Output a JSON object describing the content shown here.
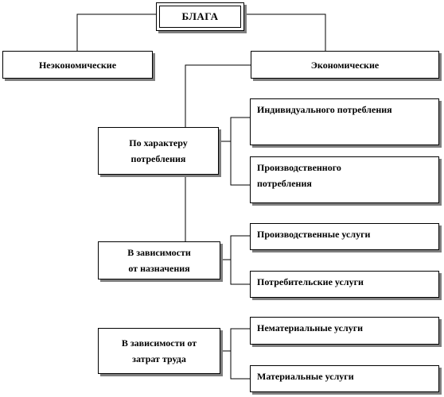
{
  "root": "БЛАГА",
  "categories": {
    "noneconomic": "Неэкономические",
    "economic": "Экономические"
  },
  "groups": [
    {
      "label": [
        "По характеру",
        "потребления"
      ],
      "children": [
        [
          "Индивидуального потребления"
        ],
        [
          "Производственного",
          "потребления"
        ]
      ]
    },
    {
      "label": [
        "В зависимости",
        "от назначения"
      ],
      "children": [
        [
          "Производственные услуги"
        ],
        [
          "Потребительские услуги"
        ]
      ]
    },
    {
      "label": [
        "В зависимости от",
        "затрат труда"
      ],
      "children": [
        [
          "Нематериальные услуги"
        ],
        [
          "Материальные услуги"
        ]
      ]
    }
  ]
}
